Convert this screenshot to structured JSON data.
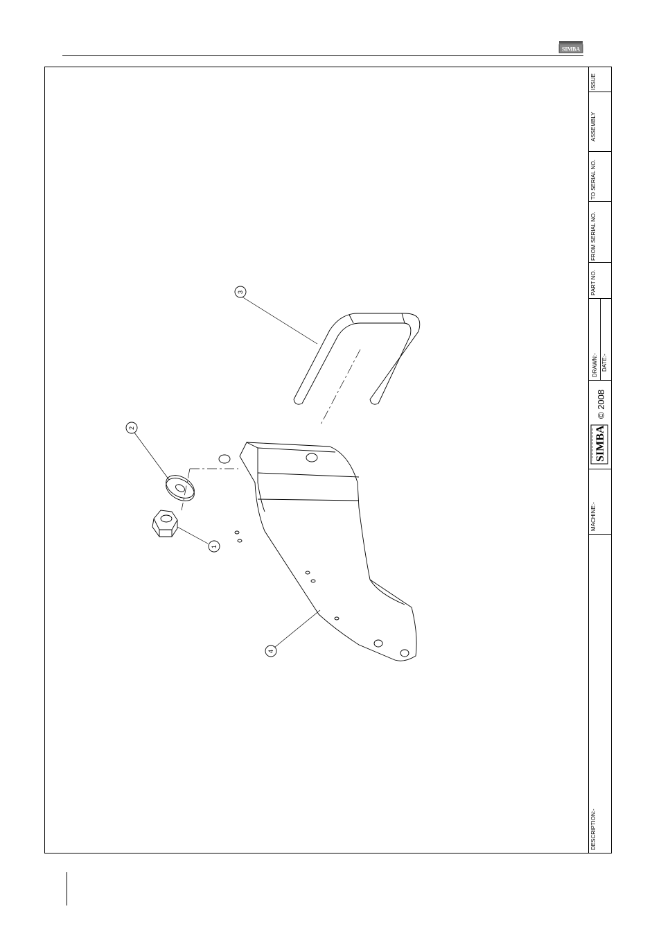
{
  "header": {
    "logo_icon": "simba-logo-small",
    "logo_text": "SIMBA"
  },
  "title_block": {
    "issue_label": "ISSUE",
    "assembly_label": "ASSEMBLY",
    "to_serial_label": "TO SERIAL NO.",
    "from_serial_label": "FROM SERIAL NO.",
    "part_no_label": "PART NO.",
    "drawn_label": "DRAWN:-",
    "date_label": "DATE:-",
    "copyright": "© 2008",
    "brand": "SIMBA",
    "machine_label": "MACHINE:-",
    "description_label": "DESCRIPTION:-"
  },
  "balloons": [
    {
      "number": "1"
    },
    {
      "number": "2"
    },
    {
      "number": "3"
    },
    {
      "number": "4"
    }
  ]
}
